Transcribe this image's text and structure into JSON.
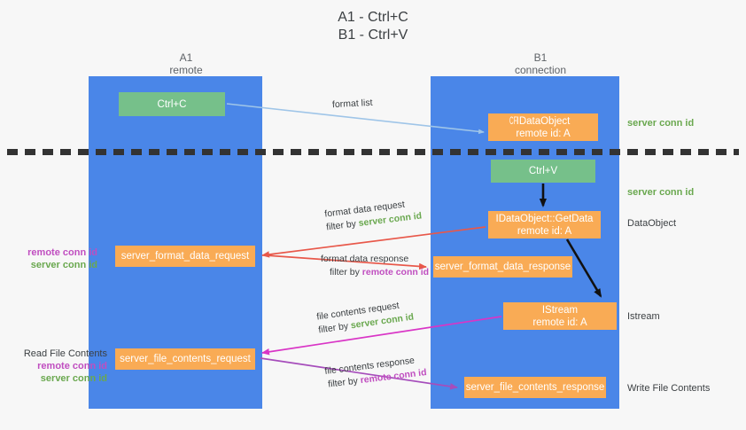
{
  "title": {
    "line1": "A1 - Ctrl+C",
    "line2": "B1 - Ctrl+V"
  },
  "lanes": [
    {
      "name": "A1",
      "sub": "remote"
    },
    {
      "name": "B1",
      "sub": "connection"
    }
  ],
  "boxes": {
    "ctrl_c": "Ctrl+C",
    "ctrl_v": "Ctrl+V",
    "idataobject_top": "IDataObject",
    "idataobject_top_overlap": "CF",
    "idataobject_top_id": "remote id: A",
    "getdata": "IDataObject::GetData",
    "getdata_id": "remote id: A",
    "istream": "IStream",
    "istream_id": "remote id: A",
    "server_format_data_request": "server_format_data_request",
    "server_format_data_response": "server_format_data_response",
    "server_file_contents_request": "server_file_contents_request",
    "server_file_contents_response": "server_file_contents_response"
  },
  "edge_labels": {
    "format_list": "format list",
    "format_data_request": "format data request",
    "format_data_response": "format data response",
    "file_contents_request": "file contents request",
    "file_contents_response": "file contents response",
    "filter_by": "filter by",
    "server_conn_id": "server conn id",
    "remote_conn_id": "remote conn id"
  },
  "annotations": {
    "server_conn_id": "server conn id",
    "remote_conn_id": "remote conn id",
    "dataobject": "DataObject",
    "istream": "Istream",
    "write_file_contents": "Write File Contents",
    "read_file_contents": "Read File Contents"
  },
  "colors": {
    "lane": "#4a86e8",
    "green_box": "#76c08a",
    "orange_box": "#f9ab55",
    "server_conn_id": "#6aa84f",
    "remote_conn_id": "#c04ec0",
    "arrow_light_blue": "#9fc5e8",
    "arrow_red": "#e8584a",
    "arrow_magenta": "#d935c6",
    "arrow_purple": "#a64dbb",
    "arrow_black": "#1a1a1a",
    "background": "#f7f7f7"
  }
}
